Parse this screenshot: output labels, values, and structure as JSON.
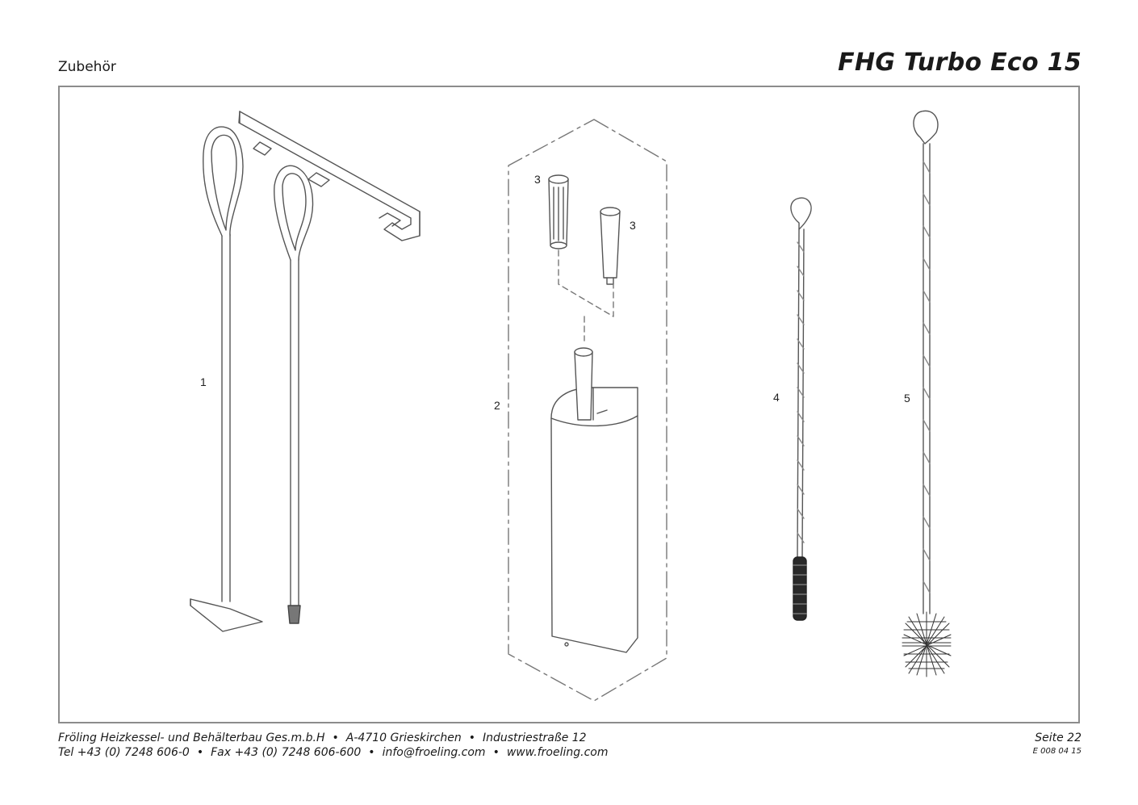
{
  "header": {
    "section": "Zubehör",
    "product": "FHG Turbo Eco 15"
  },
  "parts": [
    {
      "number": "1"
    },
    {
      "number": "2"
    },
    {
      "number": "3"
    },
    {
      "number": "3"
    },
    {
      "number": "4"
    },
    {
      "number": "5"
    }
  ],
  "footer": {
    "company": "Fröling Heizkessel- und Behälterbau Ges.m.b.H",
    "address_city": "A-4710 Grieskirchen",
    "address_street": "Industriestraße 12",
    "phone": "Tel +43 (0) 7248 606-0",
    "fax": "Fax +43 (0) 7248 606-600",
    "email": "info@froeling.com",
    "web": "www.froeling.com",
    "separator": "•",
    "page": "Seite 22",
    "doc_code": "E 008 04 15"
  },
  "colors": {
    "line": "#555555",
    "frame": "#8c8c8c"
  }
}
